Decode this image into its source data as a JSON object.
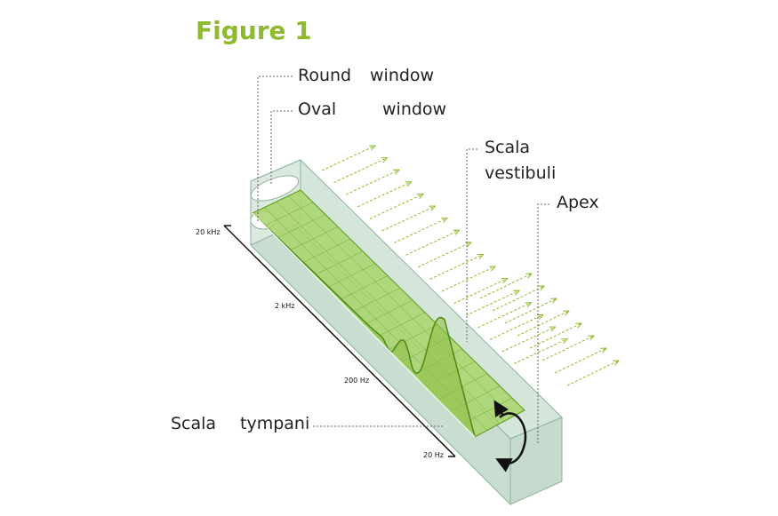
{
  "figure": {
    "title": "Figure 1"
  },
  "labels": {
    "round_window_1": "Round",
    "round_window_2": "window",
    "oval_window_1": "Oval",
    "oval_window_2": "window",
    "scala_vestibuli_1": "Scala",
    "scala_vestibuli_2": "vestibuli",
    "apex": "Apex",
    "scala_tympani_1": "Scala",
    "scala_tympani_2": "tympani"
  },
  "frequency_axis": {
    "ticks": [
      "20 kHz",
      "2 kHz",
      "200 Hz",
      "20 Hz"
    ]
  },
  "colors": {
    "title": "#8dbb2d",
    "box_fill": "#c9ddd0",
    "box_stroke": "#7fa793",
    "membrane": "#9ccf55",
    "membrane_stroke": "#5a9a1e",
    "arrows": "#8dbb2d",
    "leader": "#555555",
    "text": "#222222"
  }
}
